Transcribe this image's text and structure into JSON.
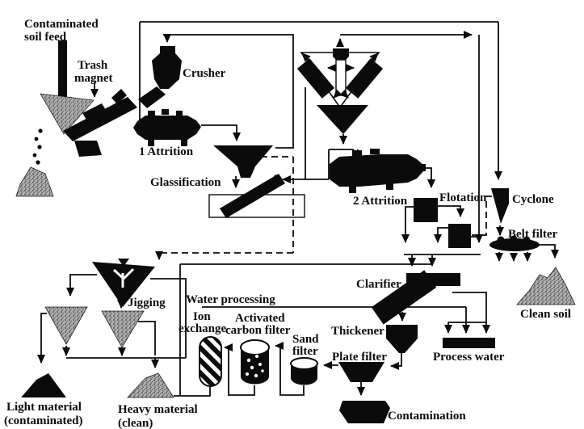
{
  "diagram": {
    "type": "process-flow",
    "background": "#ffffff",
    "ink": "#0b0b0b",
    "pile_gray": "#b0b0b0",
    "labels": {
      "contaminated_soil_feed_1": "Contaminated",
      "contaminated_soil_feed_2": "soil feed",
      "trash_magnet_1": "Trash",
      "trash_magnet_2": "magnet",
      "crusher": "Crusher",
      "attrition_1": "1 Attrition",
      "glassification": "Glassification",
      "attrition_2": "2 Attrition",
      "flotation": "Flotation",
      "cyclone": "Cyclone",
      "belt_filter": "Belt filter",
      "clean_soil": "Clean soil",
      "clarifier": "Clarifier",
      "jigging": "Jigging",
      "water_processing": "Water processing",
      "ion_exchange_1": "Ion",
      "ion_exchange_2": "exchange",
      "activated_carbon_1": "Activated",
      "activated_carbon_2": "carbon filter",
      "sand_filter_1": "Sand",
      "sand_filter_2": "filter",
      "thickener": "Thickener",
      "plate_filter": "Plate filter",
      "process_water": "Process water",
      "contamination": "Contamination",
      "light_material_1": "Light material",
      "light_material_2": "(contaminated)",
      "heavy_material_1": "Heavy material",
      "heavy_material_2": "(clean)"
    }
  }
}
